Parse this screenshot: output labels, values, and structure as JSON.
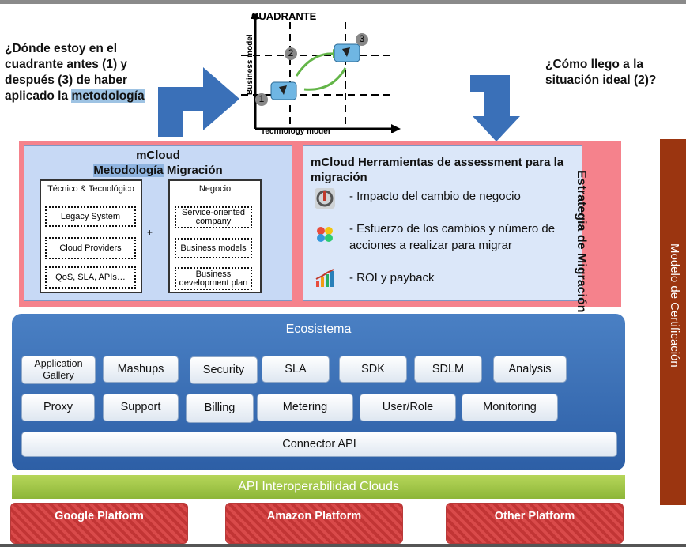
{
  "question_left": {
    "text_before": "¿Dónde estoy en el cuadrante antes (1) y después (3) de haber aplicado la",
    "highlight": "metodología"
  },
  "question_right": "¿Cómo llego a la situación ideal (2)?",
  "quadrant": {
    "title": "CUADRANTE",
    "x_label": "Technology model",
    "y_label": "Business model",
    "markers": [
      "1",
      "2",
      "3"
    ]
  },
  "methodology": {
    "title_line1": "mCloud",
    "title_highlight": "Metodología",
    "title_rest": "Migración",
    "tech_header": "Técnico & Tecnológico",
    "tech_items": [
      "Legacy System",
      "Cloud Providers",
      "QoS, SLA, APIs…"
    ],
    "plus": "+",
    "business_header": "Negocio",
    "business_items": [
      "Service-oriented company",
      "Business models",
      "Business development plan"
    ]
  },
  "assessment": {
    "title": "mCloud Herramientas de assessment para la migración",
    "items": [
      "- Impacto del cambio de negocio",
      "- Esfuerzo de los cambios y número de acciones a realizar para migrar",
      "- ROI y payback"
    ]
  },
  "strategy_label": "Estrategia de Migración",
  "ecosystem": {
    "title": "Ecosistema",
    "row1": [
      "Application Gallery",
      "Mashups",
      "Security",
      "SLA",
      "SDK",
      "SDLM",
      "Analysis"
    ],
    "row2": [
      "Proxy",
      "Support",
      "Billing",
      "Metering",
      "User/Role",
      "Monitoring"
    ],
    "connector": "Connector API"
  },
  "interop": "API Interoperabilidad Clouds",
  "platforms": [
    "Google Platform",
    "Amazon Platform",
    "Other Platform"
  ],
  "certification": "Modelo de Certificación",
  "colors": {
    "accent_blue": "#3a70b8",
    "strategy_red": "#f5828c",
    "platform_red": "#d94a4a",
    "cert_brown": "#9b3510",
    "interop_green": "#9ec24a"
  }
}
